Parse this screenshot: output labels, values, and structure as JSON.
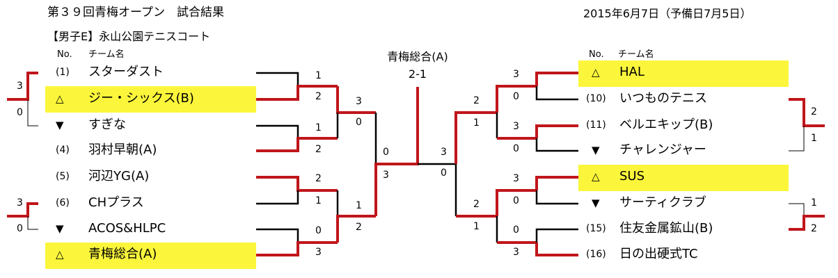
{
  "header": {
    "title": "第３９回青梅オープン　試合結果",
    "date": "2015年6月7日（予備日7月5日）",
    "venue": "【男子E】永山公園テニスコート",
    "col_no": "No.",
    "col_team": "チーム名"
  },
  "champion": {
    "name": "青梅総合(A)",
    "score": "2-1"
  },
  "left_teams": [
    {
      "mark": "(1)",
      "name": "スターダスト",
      "highlight": false
    },
    {
      "mark": "△",
      "name": "ジー・シックス(B)",
      "highlight": true
    },
    {
      "mark": "▼",
      "name": "すぎな",
      "highlight": false
    },
    {
      "mark": "(4)",
      "name": "羽村早朝(A)",
      "highlight": false
    },
    {
      "mark": "(5)",
      "name": "河辺YG(A)",
      "highlight": false
    },
    {
      "mark": "(6)",
      "name": "CHプラス",
      "highlight": false
    },
    {
      "mark": "▼",
      "name": "ACOS&HLPC",
      "highlight": false
    },
    {
      "mark": "△",
      "name": "青梅総合(A)",
      "highlight": true
    }
  ],
  "right_teams": [
    {
      "mark": "△",
      "name": "HAL",
      "highlight": true
    },
    {
      "mark": "(10)",
      "name": "いつものテニス",
      "highlight": false
    },
    {
      "mark": "(11)",
      "name": "ベルエキップ(B)",
      "highlight": false
    },
    {
      "mark": "▼",
      "name": "チャレンジャー",
      "highlight": false
    },
    {
      "mark": "△",
      "name": "SUS",
      "highlight": true
    },
    {
      "mark": "▼",
      "name": "サーティクラブ",
      "highlight": false
    },
    {
      "mark": "(15)",
      "name": "住友金属鉱山(B)",
      "highlight": false
    },
    {
      "mark": "(16)",
      "name": "日の出硬式TC",
      "highlight": false
    }
  ],
  "left_scores": {
    "playoff": [
      "3",
      "0",
      "3",
      "0"
    ],
    "round1": [
      "1",
      "2",
      "1",
      "2",
      "2",
      "1",
      "0",
      "3"
    ],
    "round2": [
      "3",
      "0",
      "1",
      "2"
    ],
    "semi": [
      "0",
      "3"
    ]
  },
  "right_scores": {
    "playoff": [
      "2",
      "1",
      "1",
      "2"
    ],
    "round1": [
      "3",
      "0",
      "3",
      "0",
      "3",
      "0",
      "0",
      "3"
    ],
    "round2": [
      "2",
      "1",
      "2",
      "1"
    ],
    "semi": [
      "3",
      "0"
    ]
  },
  "colors": {
    "win_line": "#c0161b",
    "highlight": "#fbf63b"
  }
}
